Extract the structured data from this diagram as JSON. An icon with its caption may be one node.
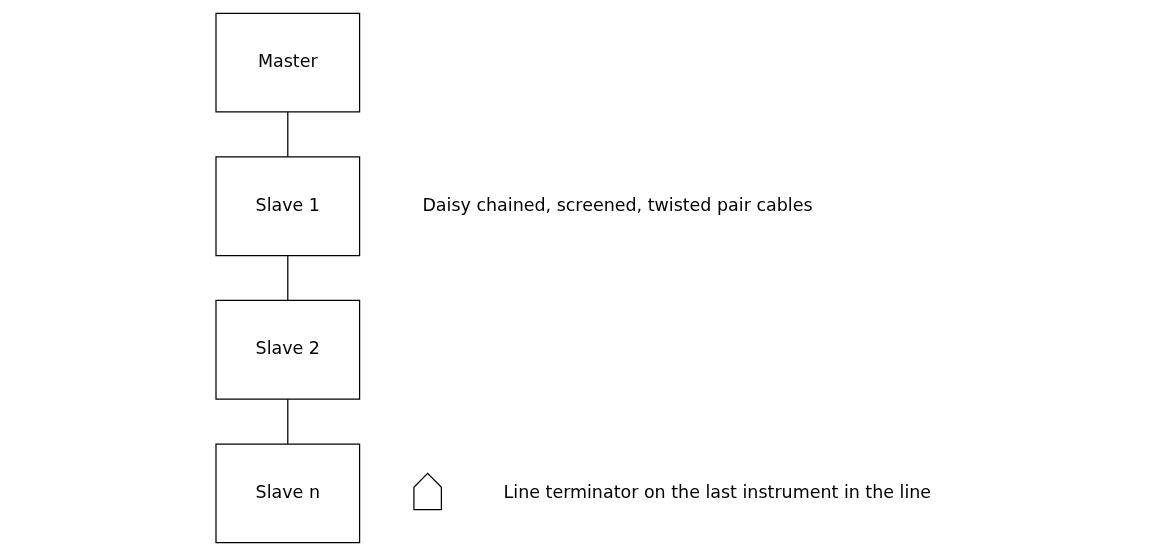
{
  "diagram": {
    "nodes": [
      {
        "text": [
          "Master"
        ]
      },
      {
        "text": [
          "Slave 1"
        ]
      },
      {
        "text": [
          "Slave 2"
        ]
      },
      {
        "text": [
          "Slave n"
        ]
      },
      {
        "text": [],
        "shape": "picture",
        "beside": [
          "Line terminator on the last instrument in the line"
        ]
      }
    ],
    "edges": [
      {
        "from": 0,
        "to": 1,
        "arrow": "none"
      },
      {
        "from": 1,
        "to": 2,
        "arrow": "none"
      },
      {
        "from": 2,
        "to": 3,
        "arrow": "none"
      }
    ],
    "labels": [
      "Daisy chained, screened, twisted pair cables"
    ]
  }
}
